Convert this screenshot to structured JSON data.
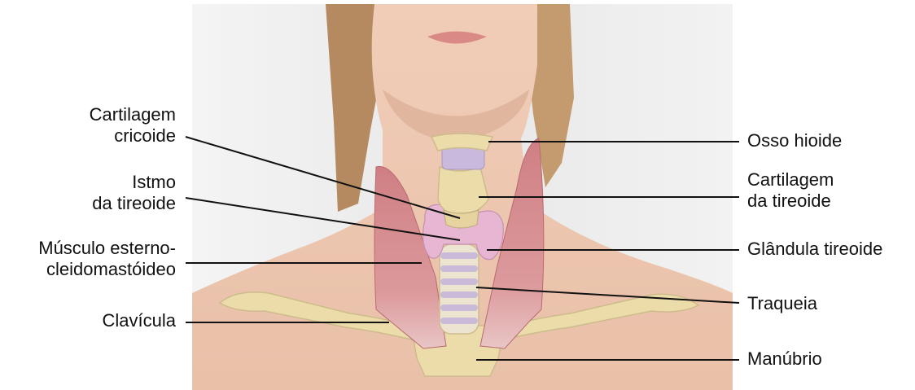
{
  "labels": {
    "left": [
      {
        "id": "cartilagem-cricoide",
        "lines": [
          "Cartilagem",
          "cricoide"
        ]
      },
      {
        "id": "istmo-tireoide",
        "lines": [
          "Istmo",
          "da tireoide"
        ]
      },
      {
        "id": "musculo-esterno",
        "lines": [
          "Músculo esterno-",
          "cleidomastóideo"
        ]
      },
      {
        "id": "clavicula",
        "lines": [
          "Clavícula"
        ]
      }
    ],
    "right": [
      {
        "id": "osso-hioide",
        "lines": [
          "Osso hioide"
        ]
      },
      {
        "id": "cartilagem-tireoide",
        "lines": [
          "Cartilagem",
          "da tireoide"
        ]
      },
      {
        "id": "glandula-tireoide",
        "lines": [
          "Glândula tireoide"
        ]
      },
      {
        "id": "traqueia",
        "lines": [
          "Traqueia"
        ]
      },
      {
        "id": "manubrio",
        "lines": [
          "Manúbrio"
        ]
      }
    ]
  },
  "colors": {
    "background": "#ececec",
    "skin": "#efcdb9",
    "muscle": "#d78f92",
    "bone": "#ecdcaa",
    "thyroid": "#e6b6d2",
    "trachea_ring": "#c4b5d9"
  }
}
